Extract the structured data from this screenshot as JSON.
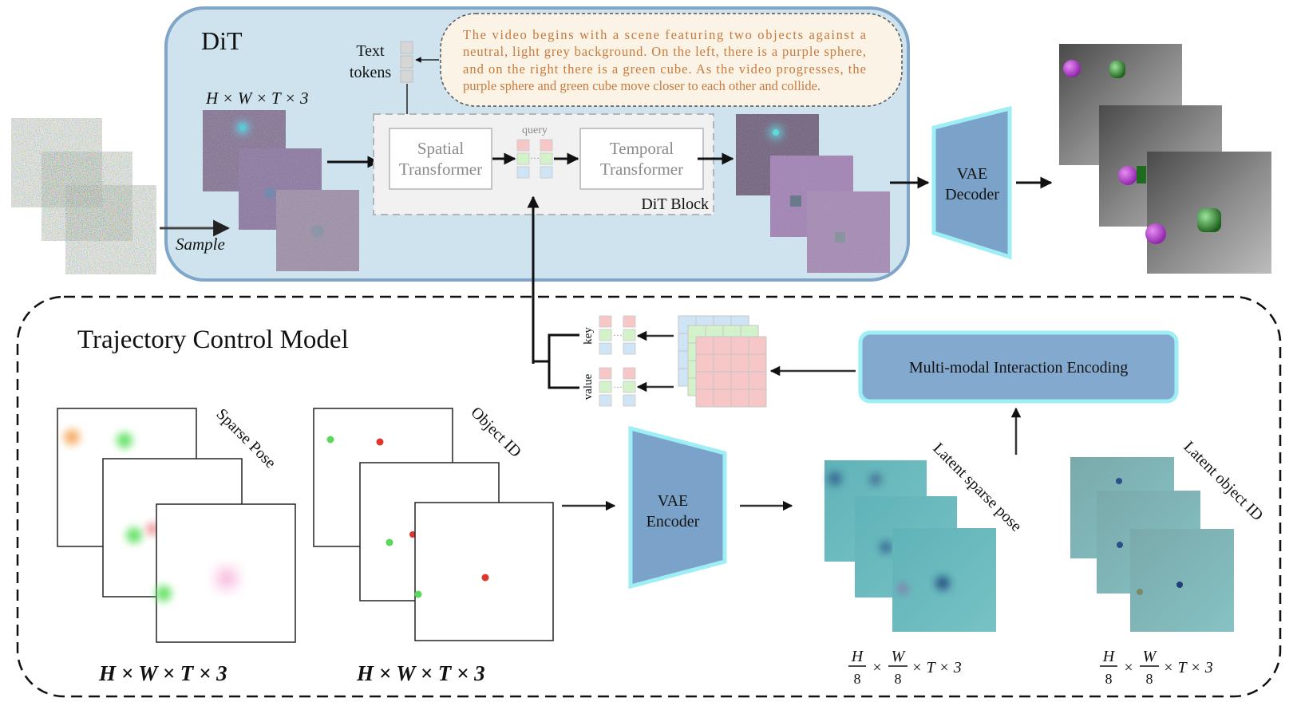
{
  "dit": {
    "title": "DiT",
    "text_tokens_line1": "Text",
    "text_tokens_line2": "tokens",
    "prompt_lines": [
      "The video begins with a scene featuring two objects against a",
      "neutral, light grey background. On the left, there is a purple sphere,",
      "and on the right there is a green cube. As the video progresses, the",
      "purple sphere and green cube move closer to each other and collide."
    ],
    "input_dims": "H × W × T × 3",
    "spatial_line1": "Spatial",
    "spatial_line2": "Transformer",
    "temporal_line1": "Temporal",
    "temporal_line2": "Transformer",
    "query_label": "query",
    "block_label": "DiT Block",
    "sample_label": "Sample"
  },
  "decoder": {
    "line1": "VAE",
    "line2": "Decoder"
  },
  "tcm": {
    "title": "Trajectory Control Model",
    "sparse_pose_label": "Sparse Pose",
    "object_id_label": "Object ID",
    "dims_left": "H × W × T × 3",
    "dims_mid": "H × W × T × 3",
    "encoder_line1": "VAE",
    "encoder_line2": "Encoder",
    "latent_pose_label": "Latent sparse pose",
    "latent_id_label": "Latent object ID",
    "frac_num": "H",
    "frac_num2": "W",
    "frac_den": "8",
    "frac_tail": "× T × 3",
    "times": "×",
    "mie_label": "Multi-modal Interaction Encoding",
    "key_label": "key",
    "value_label": "value"
  },
  "colors": {
    "dit_panel": "#cfe3ee",
    "dit_border": "#7fa6c8",
    "vae_fill": "#7ba3c9",
    "vae_glow": "#9eeef5",
    "mie_fill": "#84a9cf",
    "prompt_text": "#c77a3c",
    "prompt_bg": "#fbf3e6",
    "token_red": "#f7c6c6",
    "token_green": "#d3f2c9",
    "token_blue": "#cfe4f4",
    "latent_teal": "#6ab9bd"
  }
}
